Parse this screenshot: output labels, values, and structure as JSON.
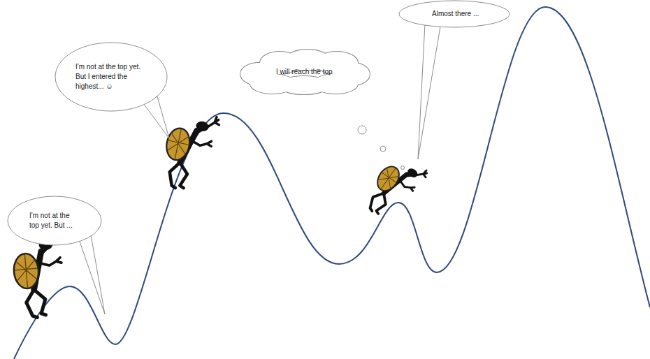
{
  "diagram": {
    "nodes": [
      {
        "text": [
          "I'm not at the top yet. But ..."
        ]
      },
      {
        "text": [
          "I'm not at the top yet. But I entered the highest... ☺"
        ]
      },
      {
        "text": [
          "I will reach the top"
        ]
      },
      {
        "text": [
          "Almost there ..."
        ]
      }
    ]
  }
}
